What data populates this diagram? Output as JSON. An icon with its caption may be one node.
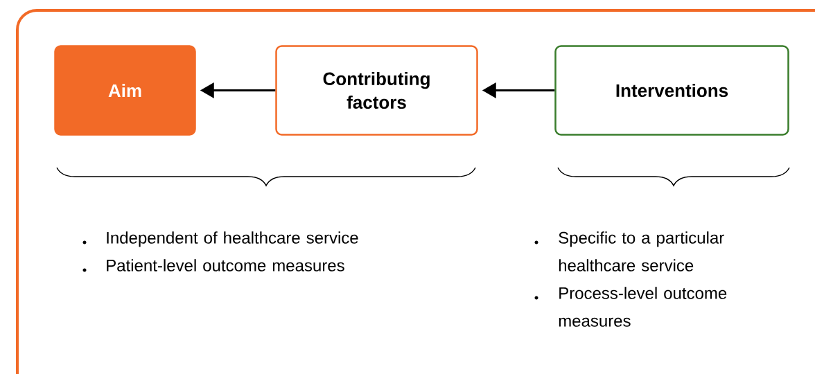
{
  "diagram": {
    "nodes": [
      {
        "text": [
          "Aim"
        ]
      },
      {
        "text": [
          "Contributing factors"
        ]
      },
      {
        "text": [
          "Interventions"
        ]
      }
    ],
    "edges": [
      {
        "from": 1,
        "to": 0,
        "arrow": "to"
      },
      {
        "from": 2,
        "to": 1,
        "arrow": "to"
      }
    ],
    "labels": [
      "Independent of healthcare service",
      "Patient-level outcome measures",
      "Specific to a particular healthcare service",
      "Process-level outcome measures"
    ]
  }
}
